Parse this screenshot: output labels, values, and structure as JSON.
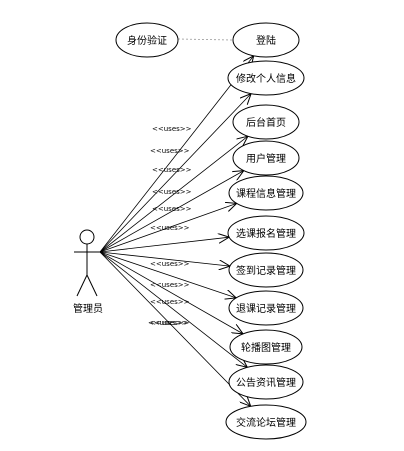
{
  "actor": {
    "name": "管理员"
  },
  "stereotype": "<<uses>>",
  "use_cases": [
    {
      "label": "登陆"
    },
    {
      "label": "修改个人信息"
    },
    {
      "label": "后台首页"
    },
    {
      "label": "用户管理"
    },
    {
      "label": "课程信息管理"
    },
    {
      "label": "选课报名管理"
    },
    {
      "label": "签到记录管理"
    },
    {
      "label": "退课记录管理"
    },
    {
      "label": "轮播图管理"
    },
    {
      "label": "公告资讯管理"
    },
    {
      "label": "交流论坛管理"
    }
  ],
  "extension": {
    "label": "身份验证",
    "target": "登陆"
  }
}
